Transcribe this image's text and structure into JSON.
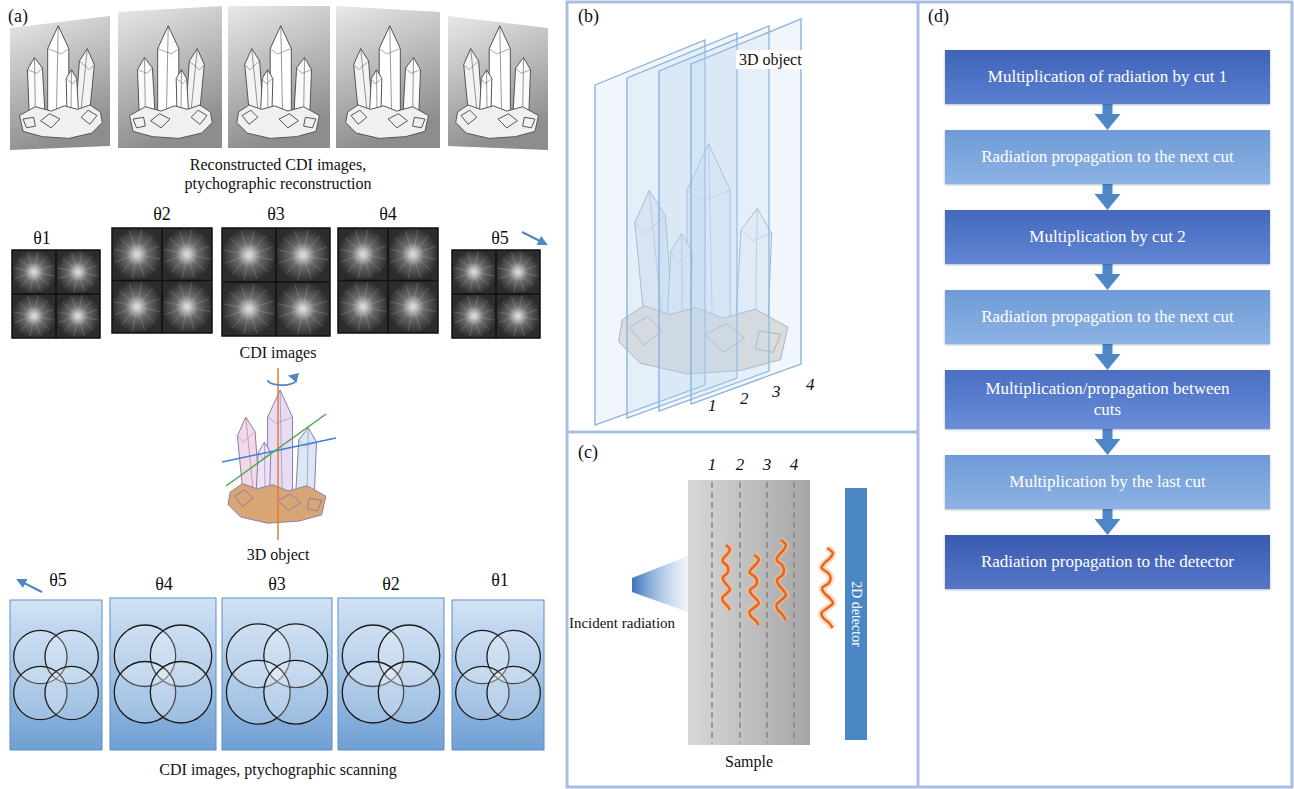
{
  "diagram": {
    "nodes": [
      {
        "text": [
          "2D detector"
        ]
      },
      {
        "text": [
          "Multiplication of radiation by cut 1"
        ]
      },
      {
        "text": [
          "Radiation propagation to the next cut"
        ]
      },
      {
        "text": [
          "Multiplication by cut 2"
        ]
      },
      {
        "text": [
          "Radiation propagation to the next cut"
        ]
      },
      {
        "text": [
          "Multiplication/propagation between cuts"
        ]
      },
      {
        "text": [
          "Multiplication by the last cut"
        ]
      },
      {
        "text": [
          "Radiation propagation to the detector"
        ]
      }
    ],
    "edges": [
      {
        "from": 1,
        "to": 2,
        "arrow": "to"
      },
      {
        "from": 2,
        "to": 3,
        "arrow": "to"
      },
      {
        "from": 3,
        "to": 4,
        "arrow": "to"
      },
      {
        "from": 4,
        "to": 5,
        "arrow": "to"
      },
      {
        "from": 5,
        "to": 6,
        "arrow": "to"
      },
      {
        "from": 6,
        "to": 7,
        "arrow": "to"
      }
    ],
    "labels": [
      "(a)",
      "Reconstructed CDI images, ptychographic reconstruction",
      "θ1",
      "θ2",
      "θ3",
      "θ4",
      "θ5",
      "CDI images",
      "3D object",
      "θ5",
      "θ4",
      "θ3",
      "θ2",
      "θ1",
      "CDI images, ptychographic scanning",
      "(b)",
      "3D object",
      "1",
      "2",
      "3",
      "4",
      "(c)",
      "1",
      "2",
      "3",
      "4",
      "Incident radiation",
      "Sample",
      "(d)"
    ]
  }
}
